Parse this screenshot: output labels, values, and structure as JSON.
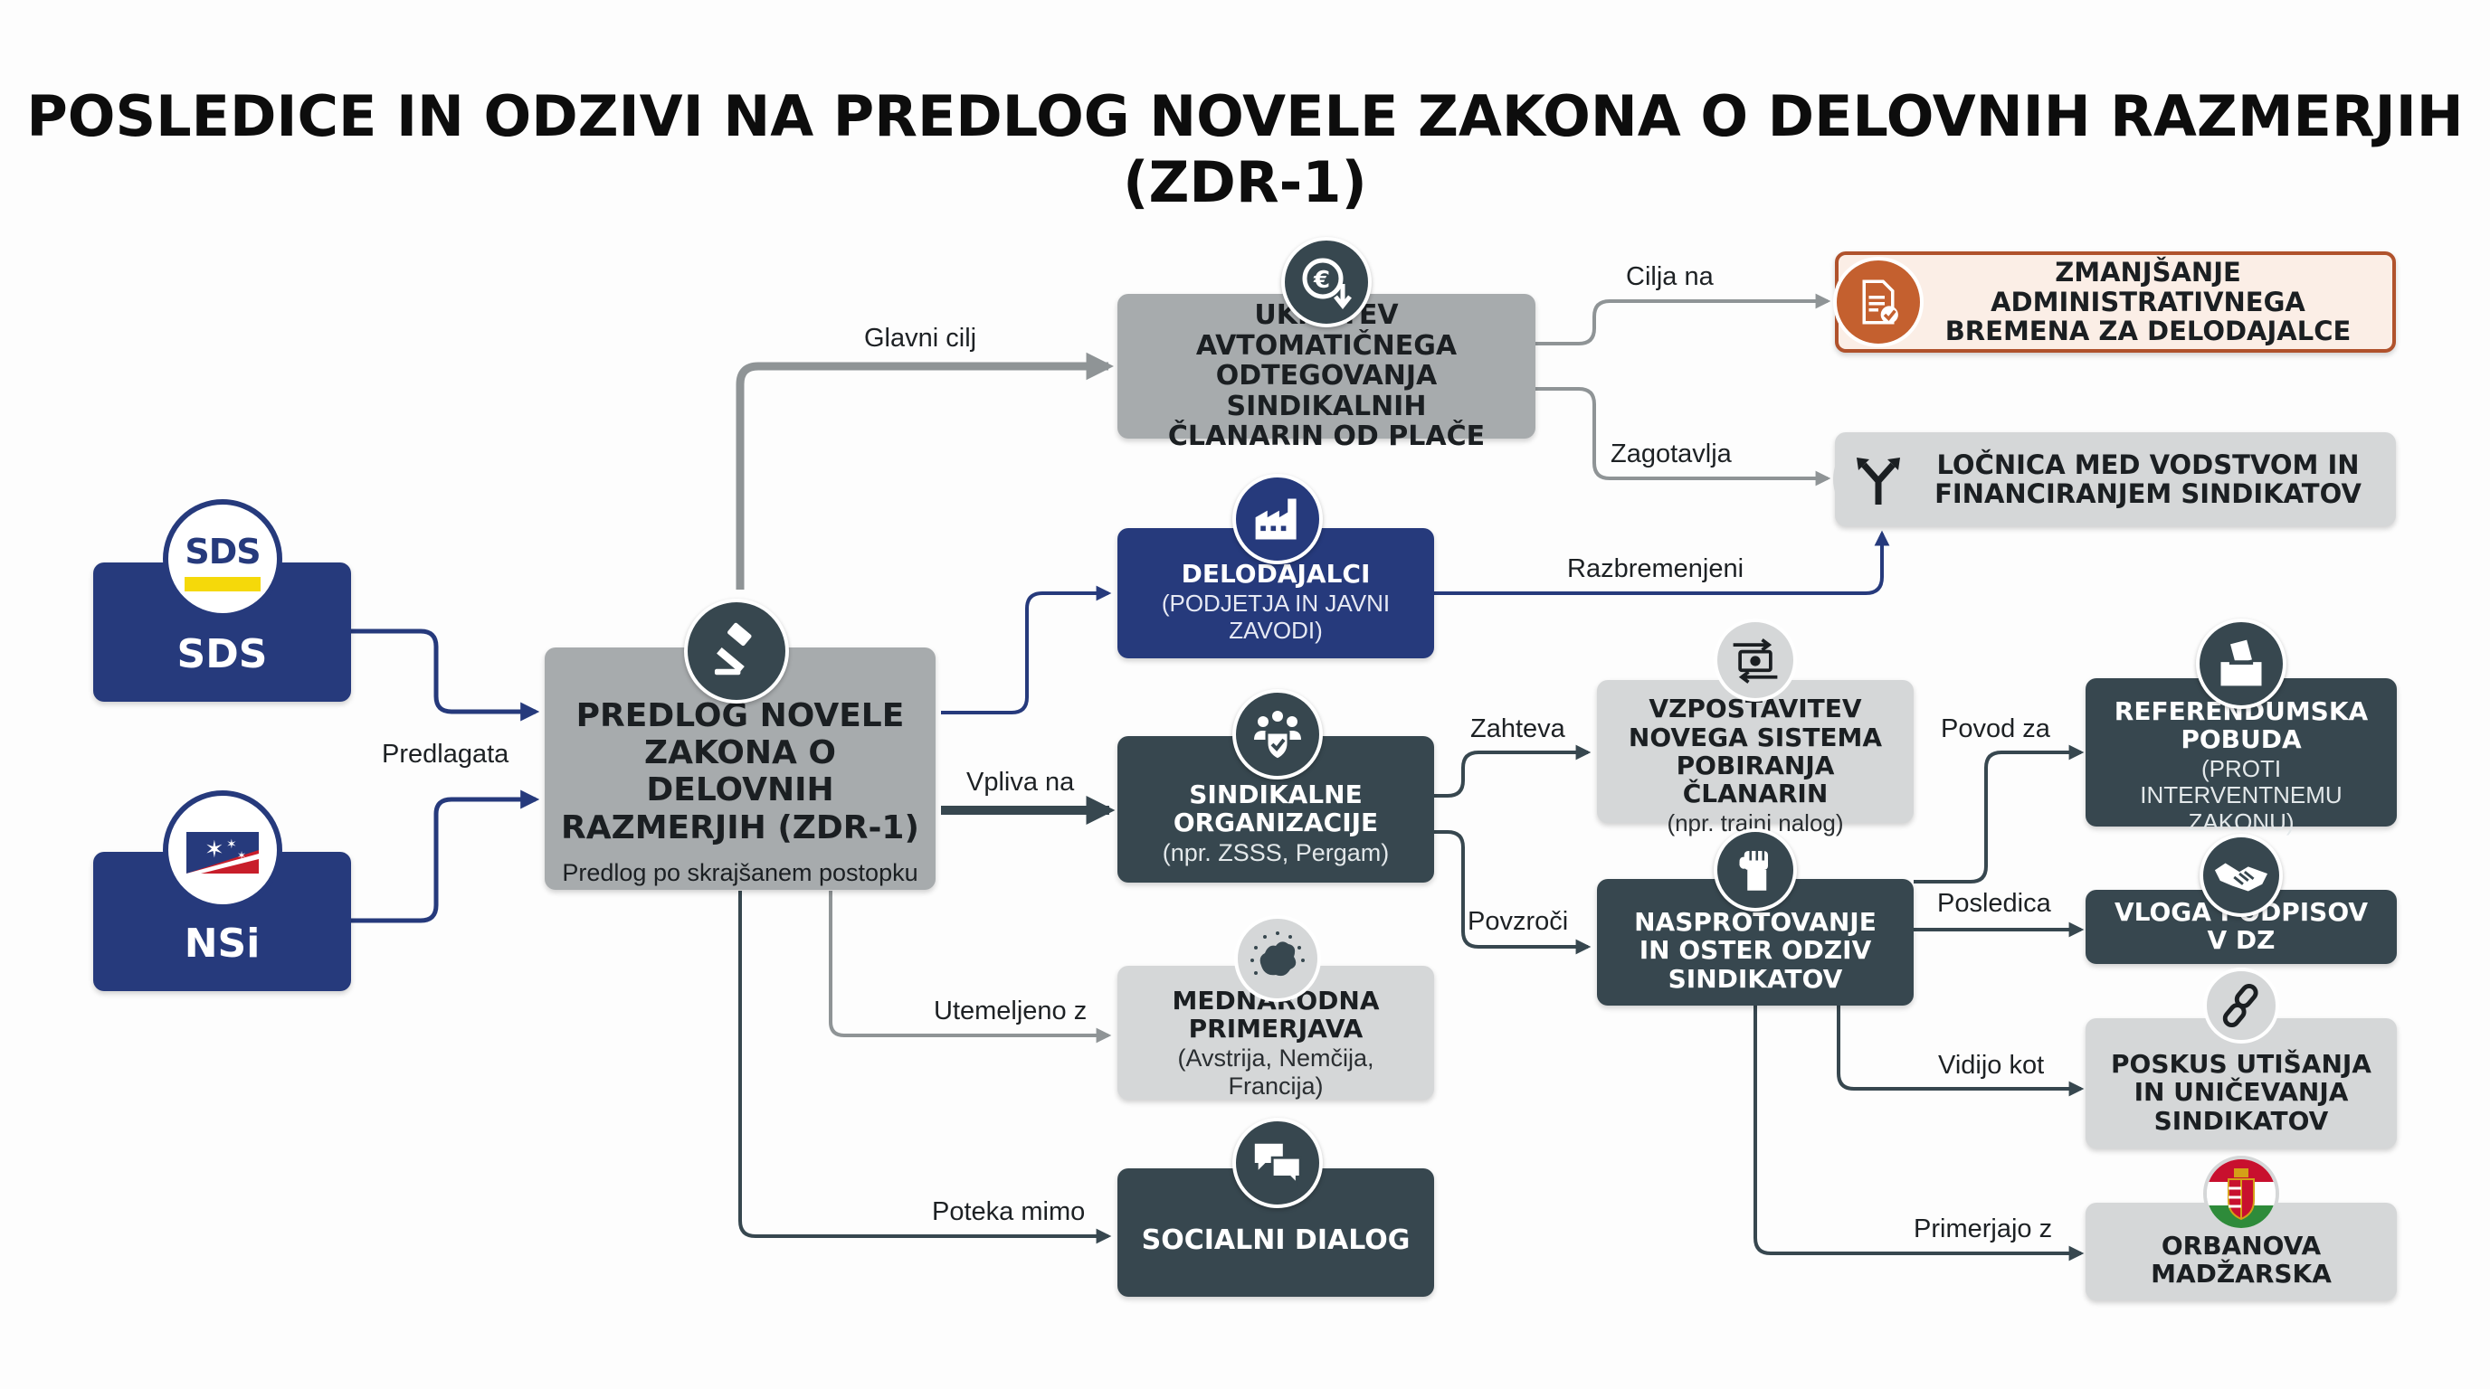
{
  "title": "POSLEDICE IN ODZIVI NA PREDLOG NOVELE ZAKONA O DELOVNIH RAZMERJIH (ZDR-1)",
  "colors": {
    "navy": "#263a7c",
    "dark_slate": "#37474f",
    "mid_gray": "#a7abad",
    "light_gray": "#d5d7d8",
    "accent_orange": "#b0522c",
    "connector_dark": "#37474f",
    "connector_gray": "#8f9496"
  },
  "nodes": {
    "sds": {
      "title": "SDS",
      "logo_text": "SDS",
      "icon": "sds-party-logo"
    },
    "nsi": {
      "title": "NSi",
      "icon": "nsi-party-logo"
    },
    "proposal": {
      "title": "PREDLOG NOVELE\nZAKONA O DELOVNIH\nRAZMERJIH (ZDR-1)",
      "subtitle": "Predlog po skrajšanem postopku",
      "icon": "gavel-icon"
    },
    "abolition": {
      "title": "UKINITEV AVTOMATIČNEGA\nODTEGOVANJA SINDIKALNIH\nČLANARIN OD PLAČE",
      "icon": "euro-coin-down-icon"
    },
    "burden": {
      "title": "ZMANJŠANJE ADMINISTRATIVNEGA\nBREMENA ZA DELODAJALCE",
      "icon": "document-check-icon"
    },
    "divide": {
      "title": "LOČNICA MED VODSTVOM IN\nFINANCIRANJEM SINDIKATOV",
      "icon": "fork-arrows-icon"
    },
    "employers": {
      "title": "DELODAJALCI",
      "subtitle": "(PODJETJA IN JAVNI\nZAVODI)",
      "icon": "factory-icon"
    },
    "unions": {
      "title": "SINDIKALNE\nORGANIZACIJE",
      "subtitle": "(npr. ZSSS, Pergam)",
      "icon": "people-shield-icon"
    },
    "new_system": {
      "title": "VZPOSTAVITEV\nNOVEGA SISTEMA\nPOBIRANJA ČLANARIN",
      "subtitle": "(npr. trajni nalog)",
      "icon": "money-transfer-icon"
    },
    "opposition": {
      "title": "NASPROTOVANJE\nIN OSTER ODZIV\nSINDIKATOV",
      "icon": "raised-fist-icon"
    },
    "referendum": {
      "title": "REFERENDUMSKA\nPOBUDA",
      "subtitle": "(PROTI INTERVENTNEMU\nZAKONU)",
      "icon": "ballot-box-icon"
    },
    "signatures": {
      "title": "VLOGA PODPISOV V DZ",
      "icon": "handshake-icon"
    },
    "silencing": {
      "title": "POSKUS UTIŠANJA\nIN UNIČEVANJA\nSINDIKATOV",
      "icon": "broken-chain-icon"
    },
    "hungary": {
      "title": "ORBANOVA\nMADŽARSKA",
      "icon": "hungary-coat-of-arms-icon"
    },
    "international": {
      "title": "MEDNARODNA\nPRIMERJAVA",
      "subtitle": "(Avstrija, Nemčija, Francija)",
      "icon": "europe-map-icon"
    },
    "social_dialog": {
      "title": "SOCIALNI DIALOG",
      "icon": "speech-bubbles-icon"
    }
  },
  "edge_labels": {
    "predlagata": "Predlagata",
    "glavni_cilj": "Glavni cilj",
    "cilja_na": "Cilja na",
    "zagotavlja": "Zagotavlja",
    "razbremenjeni": "Razbremenjeni",
    "vpliva_na": "Vpliva na",
    "utemeljeno_z": "Utemeljeno z",
    "poteka_mimo": "Poteka mimo",
    "zahteva": "Zahteva",
    "povzroci": "Povzroči",
    "povod_za": "Povod za",
    "posledica": "Posledica",
    "vidijo_kot": "Vidijo kot",
    "primerjajo_z": "Primerjajo z"
  }
}
